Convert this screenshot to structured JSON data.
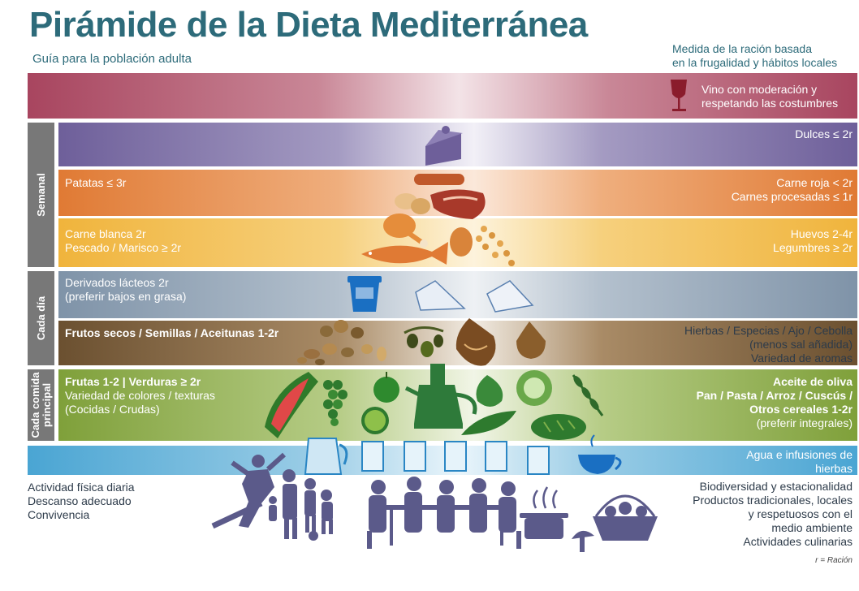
{
  "header": {
    "title": "Pirámide de la Dieta Mediterránea",
    "subtitle": "Guía para la población adulta",
    "measure_line1": "Medida de la ración basada",
    "measure_line2": "en la frugalidad y hábitos locales"
  },
  "wine": {
    "line1": "Vino con moderación y",
    "line2": "respetando las costumbres"
  },
  "groups": {
    "weekly": "Semanal",
    "daily": "Cada día",
    "meal_line1": "Cada comida",
    "meal_line2": "principal"
  },
  "tiers": {
    "sweets": "Dulces ≤ 2r",
    "potatoes": "Patatas ≤ 3r",
    "red_meat": "Carne roja < 2r",
    "processed_meat": "Carnes procesadas ≤ 1r",
    "white_meat": "Carne blanca 2r",
    "fish": "Pescado / Marisco ≥ 2r",
    "eggs": "Huevos 2-4r",
    "legumes": "Legumbres ≥ 2r",
    "dairy_line1": "Derivados lácteos 2r",
    "dairy_line2": "(preferir bajos en grasa)",
    "nuts": "Frutos secos / Semillas / Aceitunas 1-2r",
    "herbs_line1": "Hierbas / Especias / Ajo / Cebolla",
    "herbs_line2": "(menos sal añadida)",
    "herbs_line3": "Variedad de aromas",
    "fruits": "Frutas 1-2 | Verduras ≥ 2r",
    "variety_line1": "Variedad de colores / texturas",
    "variety_line2": "(Cocidas / Crudas)",
    "oil": "Aceite de oliva",
    "cereals_line1": "Pan / Pasta / Arroz / Cuscús /",
    "cereals_line2": "Otros cereales 1-2r",
    "cereals_line3": "(preferir integrales)",
    "water_line1": "Agua e infusiones de",
    "water_line2": "hierbas"
  },
  "lifestyle_left": [
    "Actividad física diaria",
    "Descanso adecuado",
    "Convivencia"
  ],
  "lifestyle_right": [
    "Biodiversidad y estacionalidad",
    "Productos tradicionales, locales",
    "y respetuosos con el",
    "medio ambiente",
    "Actividades culinarias"
  ],
  "footnote": "r = Ración",
  "colors": {
    "title": "#2d6b7a",
    "wine_band": "#a8455f",
    "sweets_band": "#6e5f9a",
    "meat_band": "#e07a34",
    "eggs_band": "#f0b43c",
    "dairy_band": "#7f93a8",
    "nuts_band": "#6b5030",
    "plants_band": "#7fa03a",
    "water_band": "#4aa5d3",
    "icons": "#5b5a8a"
  }
}
